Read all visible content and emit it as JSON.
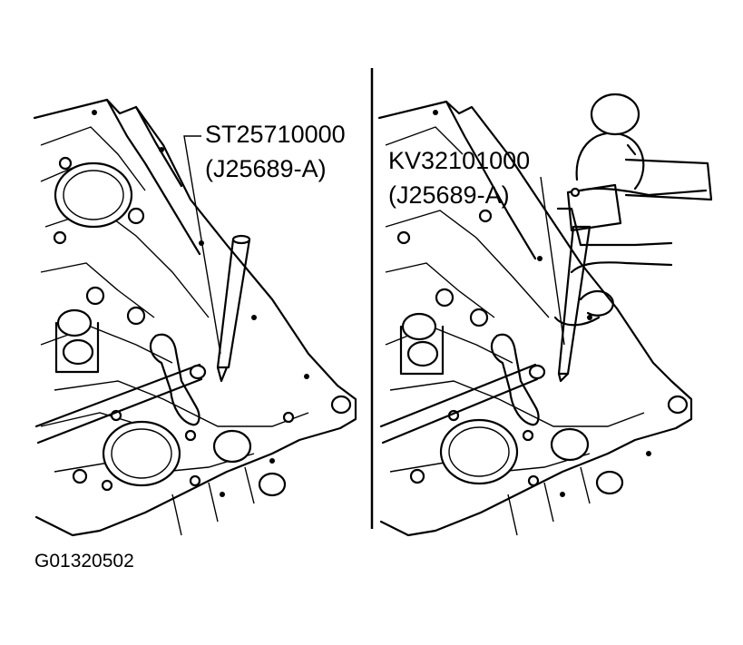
{
  "left_panel": {
    "tool_number": "ST25710000",
    "tool_alt_number": "(J25689-A)"
  },
  "right_panel": {
    "tool_number": "KV32101000",
    "tool_alt_number": "(J25689-A)"
  },
  "figure_code": "G01320502",
  "colors": {
    "ink": "#000000",
    "paper": "#ffffff"
  },
  "icons": [
    "valve-body-casting",
    "pin-punch-tool",
    "hammer-icon",
    "hand"
  ]
}
